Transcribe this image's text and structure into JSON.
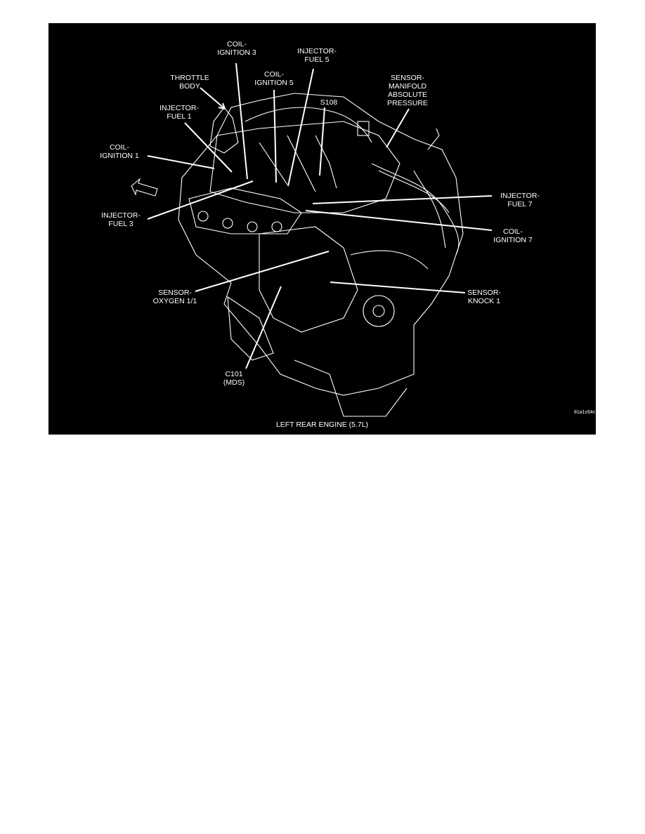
{
  "figure": {
    "caption": "LEFT REAR ENGINE (5.7L)",
    "code": "81a1c64c",
    "labels": {
      "coil3": [
        "COIL-",
        "IGNITION 3"
      ],
      "fuel5": [
        "INJECTOR-",
        "FUEL 5"
      ],
      "throttle": [
        "THROTTLE",
        "BODY"
      ],
      "coil5": [
        "COIL-",
        "IGNITION 5"
      ],
      "s108": [
        "S108"
      ],
      "map": [
        "SENSOR-",
        "MANIFOLD",
        "ABSOLUTE",
        "PRESSURE"
      ],
      "fuel1": [
        "INJECTOR-",
        "FUEL 1"
      ],
      "coil1": [
        "COIL-",
        "IGNITION 1"
      ],
      "fuel3": [
        "INJECTOR-",
        "FUEL 3"
      ],
      "fuel7": [
        "INJECTOR-",
        "FUEL 7"
      ],
      "coil7": [
        "COIL-",
        "IGNITION 7"
      ],
      "o2": [
        "SENSOR-",
        "OXYGEN 1/1"
      ],
      "knock": [
        "SENSOR-",
        "KNOCK 1"
      ],
      "c101": [
        "C101",
        "(MDS)"
      ]
    },
    "front_arrow_icon": "front-direction-arrow"
  }
}
